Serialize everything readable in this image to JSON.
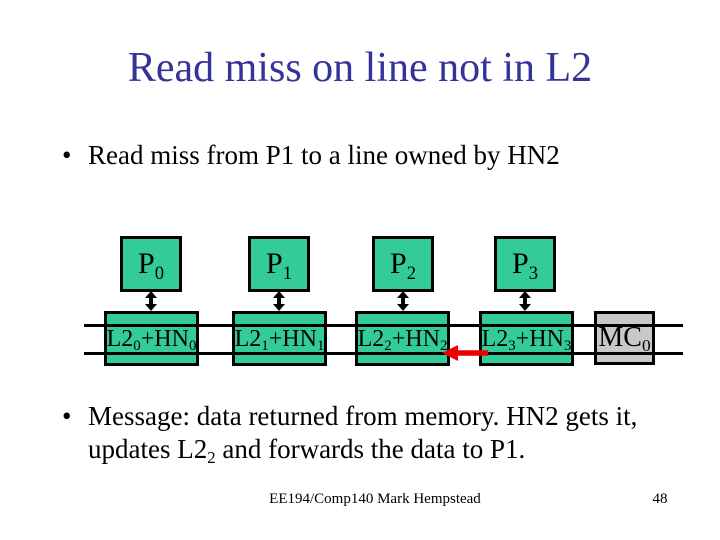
{
  "slide": {
    "title": "Read miss on line not in L2",
    "bullets": {
      "marker": "•",
      "first": "Read miss from P1 to a line owned by HN2",
      "second_line1": "Message: data returned from memory. HN2 gets it,",
      "second_line2_pre": "updates L2",
      "second_line2_sub": "2",
      "second_line2_post": " and forwards the data to P1."
    },
    "footer": {
      "course": "EE194/Comp140 Mark Hempstead",
      "page_number": "48"
    }
  },
  "diagram": {
    "processors": [
      {
        "base": "P",
        "sub": "0"
      },
      {
        "base": "P",
        "sub": "1"
      },
      {
        "base": "P",
        "sub": "2"
      },
      {
        "base": "P",
        "sub": "3"
      }
    ],
    "caches": [
      {
        "pre": "L2",
        "sub1": "0",
        "mid": "+HN",
        "sub2": "0"
      },
      {
        "pre": "L2",
        "sub1": "1",
        "mid": "+HN",
        "sub2": "1"
      },
      {
        "pre": "L2",
        "sub1": "2",
        "mid": "+HN",
        "sub2": "2"
      },
      {
        "pre": "L2",
        "sub1": "3",
        "mid": "+HN",
        "sub2": "3"
      }
    ],
    "memory_controller": {
      "base": "MC",
      "sub": "0"
    },
    "colors": {
      "node_fill": "#33cc99",
      "memory_fill": "#c8c8c8",
      "bus_line": "#000000",
      "message_arrow": "#ee0000",
      "title_text": "#333399"
    }
  }
}
